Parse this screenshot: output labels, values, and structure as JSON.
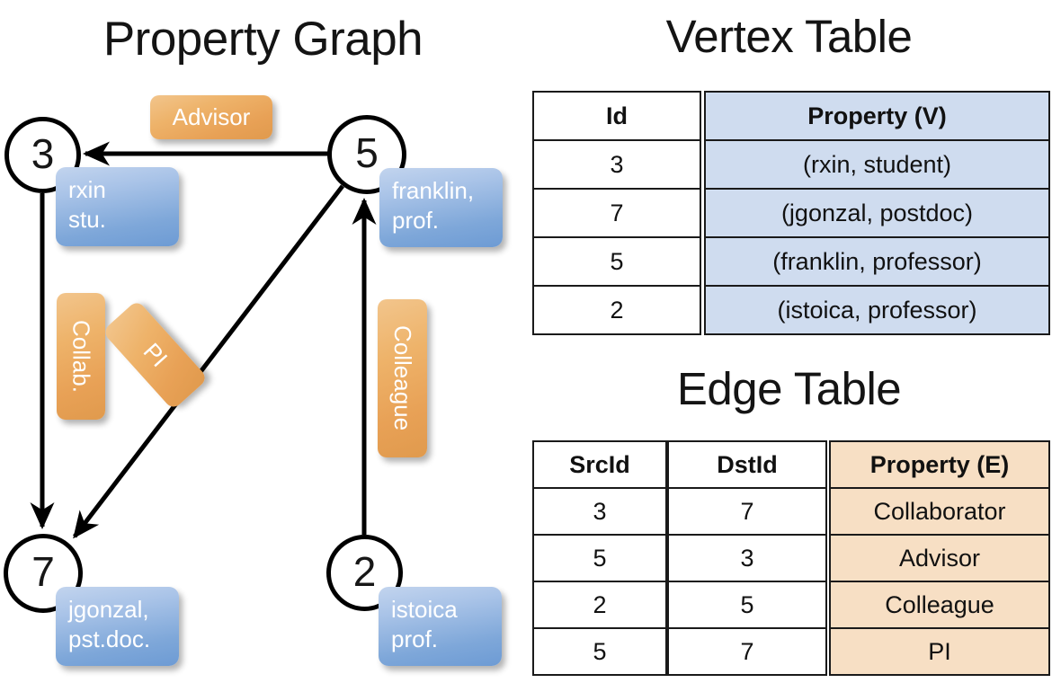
{
  "titles": {
    "property_graph": "Property Graph",
    "vertex_table": "Vertex Table",
    "edge_table": "Edge Table"
  },
  "colors": {
    "vertex_fill": "#cfdcef",
    "edge_fill": "#f7dfc4",
    "node_box_blue": "#7ea7d9",
    "edge_label_orange": "#e8a156",
    "stroke": "#000000"
  },
  "graph": {
    "nodes": [
      {
        "id": "3",
        "prop_line1": "rxin",
        "prop_line2": "stu."
      },
      {
        "id": "5",
        "prop_line1": "franklin,",
        "prop_line2": "prof."
      },
      {
        "id": "7",
        "prop_line1": "jgonzal,",
        "prop_line2": "pst.doc."
      },
      {
        "id": "2",
        "prop_line1": "istoica",
        "prop_line2": "prof."
      }
    ],
    "edge_labels": [
      {
        "name": "advisor",
        "text": "Advisor"
      },
      {
        "name": "collab",
        "text": "Collab."
      },
      {
        "name": "pi",
        "text": "PI"
      },
      {
        "name": "colleague",
        "text": "Colleague"
      }
    ]
  },
  "vertex_table": {
    "headers": {
      "id": "Id",
      "property": "Property (V)"
    },
    "rows": [
      {
        "id": "3",
        "property": "(rxin, student)"
      },
      {
        "id": "7",
        "property": "(jgonzal, postdoc)"
      },
      {
        "id": "5",
        "property": "(franklin, professor)"
      },
      {
        "id": "2",
        "property": "(istoica, professor)"
      }
    ]
  },
  "edge_table": {
    "headers": {
      "src": "SrcId",
      "dst": "DstId",
      "property": "Property (E)"
    },
    "rows": [
      {
        "src": "3",
        "dst": "7",
        "property": "Collaborator"
      },
      {
        "src": "5",
        "dst": "3",
        "property": "Advisor"
      },
      {
        "src": "2",
        "dst": "5",
        "property": "Colleague"
      },
      {
        "src": "5",
        "dst": "7",
        "property": "PI"
      }
    ]
  }
}
